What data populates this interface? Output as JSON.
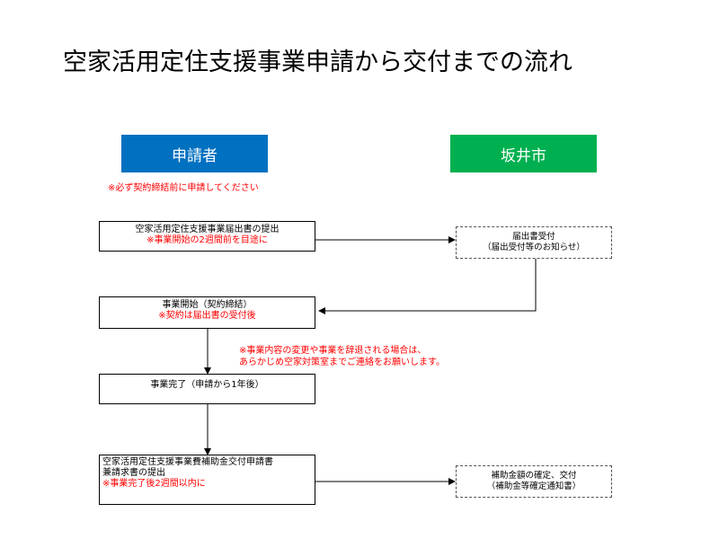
{
  "title": "空家活用定住支援事業申請から交付までの流れ",
  "headers": {
    "applicant": "申請者",
    "city": "坂井市"
  },
  "notes": {
    "before_contract": "※必ず契約締結前に申請してください",
    "change_line1": "※事業内容の変更や事業を辞退される場合は、",
    "change_line2": "あらかじめ空家対策室までご連絡をお願いします。"
  },
  "applicant_steps": [
    {
      "line1": "空家活用定住支援事業届出書の提出",
      "line2": "※事業開始の2週間前を目途に"
    },
    {
      "line1": "事業開始（契約締結）",
      "line2": "※契約は届出書の受付後"
    },
    {
      "line1": "事業完了（申請から1年後）"
    },
    {
      "line1": "空家活用定住支援事業費補助金交付申請書",
      "line2": "兼請求書の提出",
      "line3": "※事業完了後2週間以内に"
    }
  ],
  "city_steps": [
    {
      "line1": "届出書受付",
      "line2": "（届出受付等のお知らせ）"
    },
    {
      "line1": "補助金額の確定、交付",
      "line2": "（補助金等確定通知書）"
    }
  ],
  "colors": {
    "applicant": "#0070c0",
    "city": "#00b050",
    "note": "#ff0000"
  }
}
